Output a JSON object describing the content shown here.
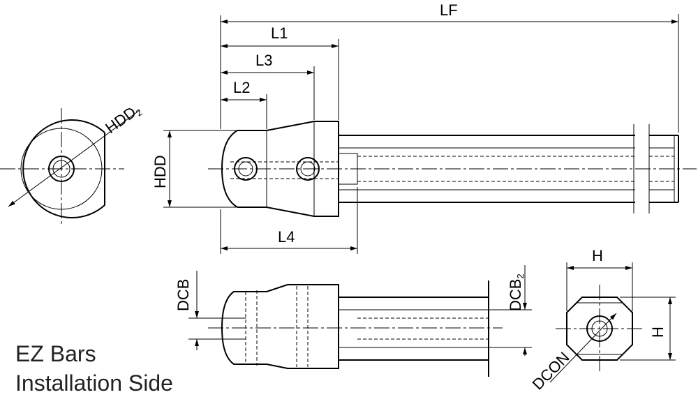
{
  "dimensions": {
    "lf": "LF",
    "l1": "L1",
    "l2": "L2",
    "l3": "L3",
    "l4": "L4",
    "hdd": "HDD",
    "hdd2_base": "HDD",
    "hdd2_sub": "2",
    "dcb": "DCB",
    "dcb2_base": "DCB",
    "dcb2_sub": "2",
    "h_top": "H",
    "h_side": "H",
    "dcon": "DCON"
  },
  "caption": {
    "line1": "EZ Bars",
    "line2": "Installation Side"
  }
}
